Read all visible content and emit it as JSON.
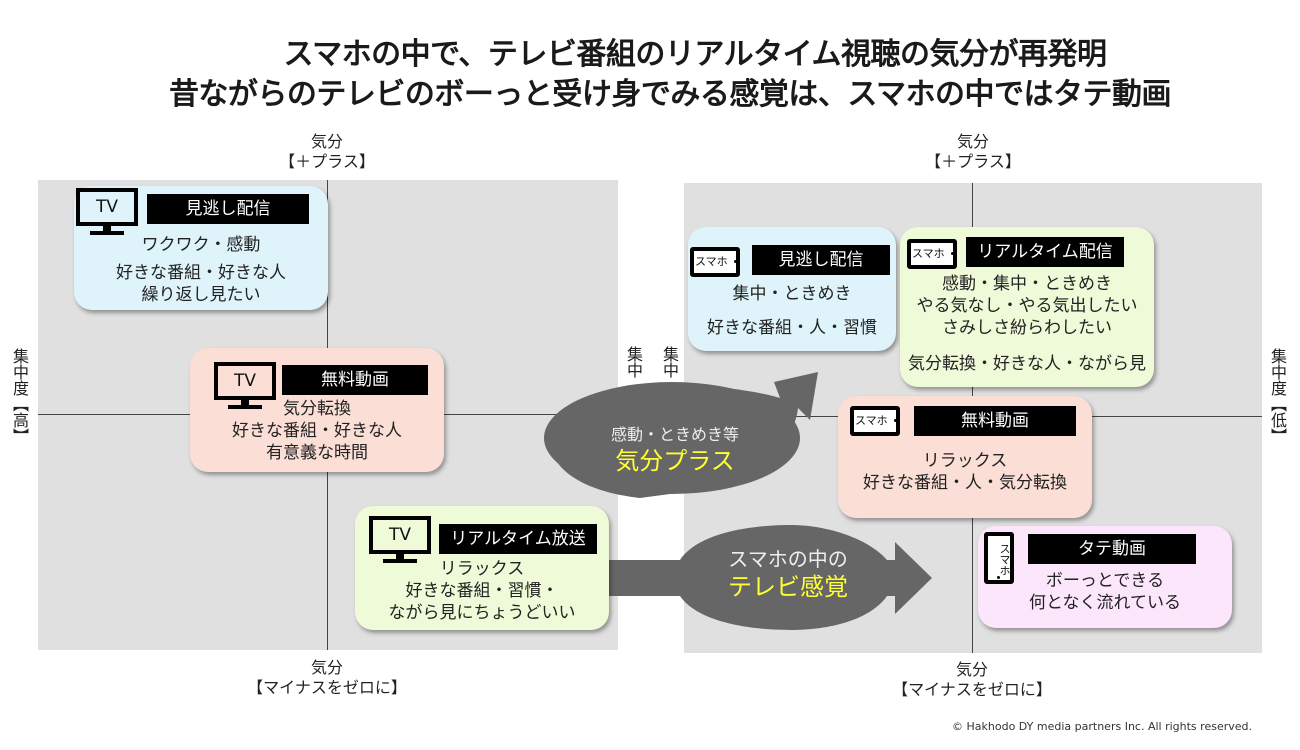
{
  "title": {
    "line1": "スマホの中で、テレビ番組のリアルタイム視聴の気分が再発明",
    "line2": "昔ながらのテレビのボーっと受け身でみる感覚は、スマホの中ではタテ動画"
  },
  "axes": {
    "top": {
      "line1": "気分",
      "line2": "【＋プラス】"
    },
    "bottom": {
      "line1": "気分",
      "line2": "【マイナスをゼロに】"
    },
    "left": "集中度【高】",
    "right": "集中度【低】",
    "mid_left": "集中",
    "mid_right": "集中"
  },
  "left_panel": {
    "cards": [
      {
        "device": "TV",
        "tag": "見逃し配信",
        "lines": [
          "ワクワク・感動",
          "好きな番組・好きな人",
          "繰り返し見たい"
        ],
        "color": "#def4fa"
      },
      {
        "device": "TV",
        "tag": "無料動画",
        "lines": [
          "気分転換",
          "好きな番組・好きな人",
          "有意義な時間"
        ],
        "color": "#fbded6"
      },
      {
        "device": "TV",
        "tag": "リアルタイム放送",
        "lines": [
          "リラックス",
          "好きな番組・習慣・",
          "ながら見にちょうどいい"
        ],
        "color": "#eefad8"
      }
    ]
  },
  "right_panel": {
    "cards": [
      {
        "device": "スマホ",
        "tag": "見逃し配信",
        "lines": [
          "集中・ときめき",
          "好きな番組・人・習慣"
        ],
        "color": "#def4fa"
      },
      {
        "device": "スマホ",
        "tag": "リアルタイム配信",
        "lines": [
          "感動・集中・ときめき",
          "やる気なし・やる気出したい",
          "さみしさ紛らわしたい",
          "気分転換・好きな人・ながら見"
        ],
        "color": "#eefad8"
      },
      {
        "device": "スマホ",
        "tag": "無料動画",
        "lines": [
          "リラックス",
          "好きな番組・人・気分転換"
        ],
        "color": "#fbded6"
      },
      {
        "device": "スマホ",
        "tag": "タテ動画",
        "lines": [
          "ボーっとできる",
          "何となく流れている"
        ],
        "color": "#fbe6fb"
      }
    ]
  },
  "arrows": [
    {
      "sub": "感動・ときめき等",
      "main": "気分プラス"
    },
    {
      "sub": "スマホの中の",
      "main": "テレビ感覚"
    }
  ],
  "colors": {
    "arrow": "#666666",
    "highlight": "#ffff33",
    "panel": "#e0e0e0"
  },
  "copyright": "© Hakhodo DY media partners Inc. All rights reserved."
}
